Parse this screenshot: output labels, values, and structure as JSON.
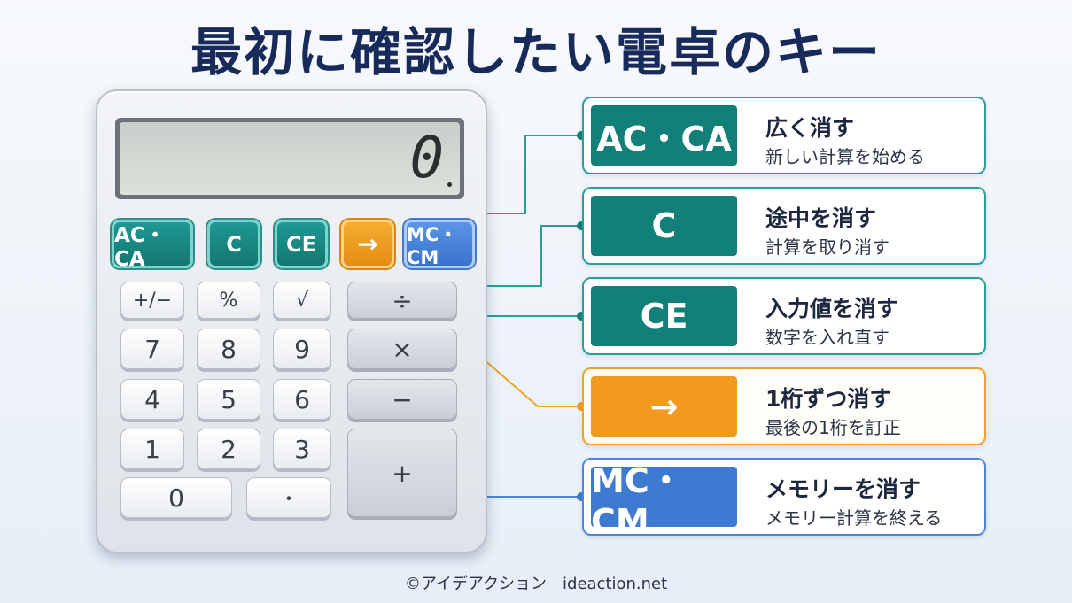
{
  "title": "最初に確認したい電卓のキー",
  "display": {
    "value": "0"
  },
  "function_keys": {
    "ac_ca": "AC・CA",
    "c": "C",
    "ce": "CE",
    "backspace": "→",
    "mc_cm": "MC・CM"
  },
  "keypad": {
    "plus_minus": "+/−",
    "percent": "%",
    "sqrt": "√",
    "divide": "÷",
    "seven": "7",
    "eight": "8",
    "nine": "9",
    "multiply": "×",
    "four": "4",
    "five": "5",
    "six": "6",
    "minus": "−",
    "one": "1",
    "two": "2",
    "three": "3",
    "plus": "+",
    "zero": "0",
    "point": "・"
  },
  "legend": [
    {
      "key": "AC・CA",
      "title": "広く消す",
      "desc": "新しい計算を始める",
      "color": "#128079"
    },
    {
      "key": "C",
      "title": "途中を消す",
      "desc": "計算を取り消す",
      "color": "#128079"
    },
    {
      "key": "CE",
      "title": "入力値を消す",
      "desc": "数字を入れ直す",
      "color": "#128079"
    },
    {
      "key": "→",
      "title": "1桁ずつ消す",
      "desc": "最後の1桁を訂正",
      "color": "#f19a1d"
    },
    {
      "key": "MC・CM",
      "title": "メモリーを消す",
      "desc": "メモリー計算を終える",
      "color": "#3f7ad2"
    }
  ],
  "footer": "©アイデアクション　ideaction.net"
}
